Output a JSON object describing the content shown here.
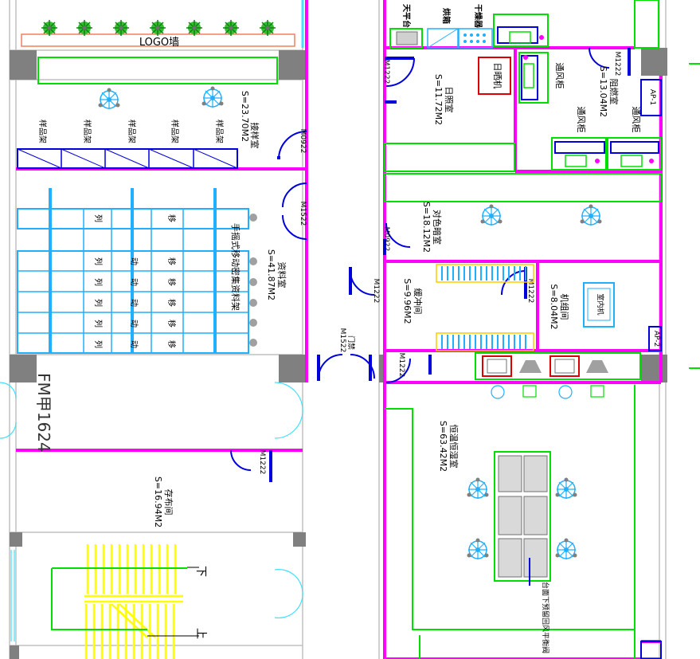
{
  "colors": {
    "wall": "#ff00ff",
    "furniture": "#00e000",
    "door": "#0000dd",
    "cabinet": "#20b0ff",
    "stair": "#ffff00",
    "column": "#808080",
    "grey_wall": "#c0c0c0",
    "red": "#dd0000",
    "planter": "#f08060",
    "window": "#40e0ff"
  },
  "labels": {
    "logo_wall": "LOGO墙",
    "sample_room": "接样室",
    "sample_room_area": "S=23.70M2",
    "sample_shelf": "样品架",
    "archive_room": "资料室",
    "archive_room_area": "S=41.87M2",
    "archive_rack": "手摇式移动密集资料架",
    "rack_cell_a": "列",
    "rack_cell_b": "动",
    "rack_cell_c": "移",
    "stamp": "FM甲1624",
    "storage_room": "存布间",
    "storage_room_area": "S=16.94M2",
    "stair_down": "下",
    "stair_up": "上",
    "bench_station": "天平台",
    "oven_station": "烘箱",
    "dryer_station": "干燥器",
    "sunlight_room": "日照室",
    "sunlight_room_area": "S=11.72M2",
    "sunlight_machine": "日晒机",
    "vent_cabinet": "通风柜",
    "flame_room": "阻燃室",
    "flame_room_area": "S=13.04M2",
    "vent_cabinet_2": "通风柜",
    "vent_cabinet_3": "通风柜",
    "color_room": "对色暗室",
    "color_room_area": "S=18.12M2",
    "buffer_room": "缓冲间",
    "buffer_room_area": "S=9.96M2",
    "machine_room": "机组间",
    "machine_room_area": "S=8.04M2",
    "indoor_unit": "室内机",
    "ap1": "AP-1",
    "ap2": "AP-2",
    "constant_room": "恒温恒湿室",
    "constant_room_area": "S=63.42M2",
    "table_note": "台面下预留回风平衡阀",
    "door_m1222": "M1222",
    "door_m0922": "M0922",
    "door_m1522": "M1522",
    "door_m1522_lbl": "门禁"
  }
}
